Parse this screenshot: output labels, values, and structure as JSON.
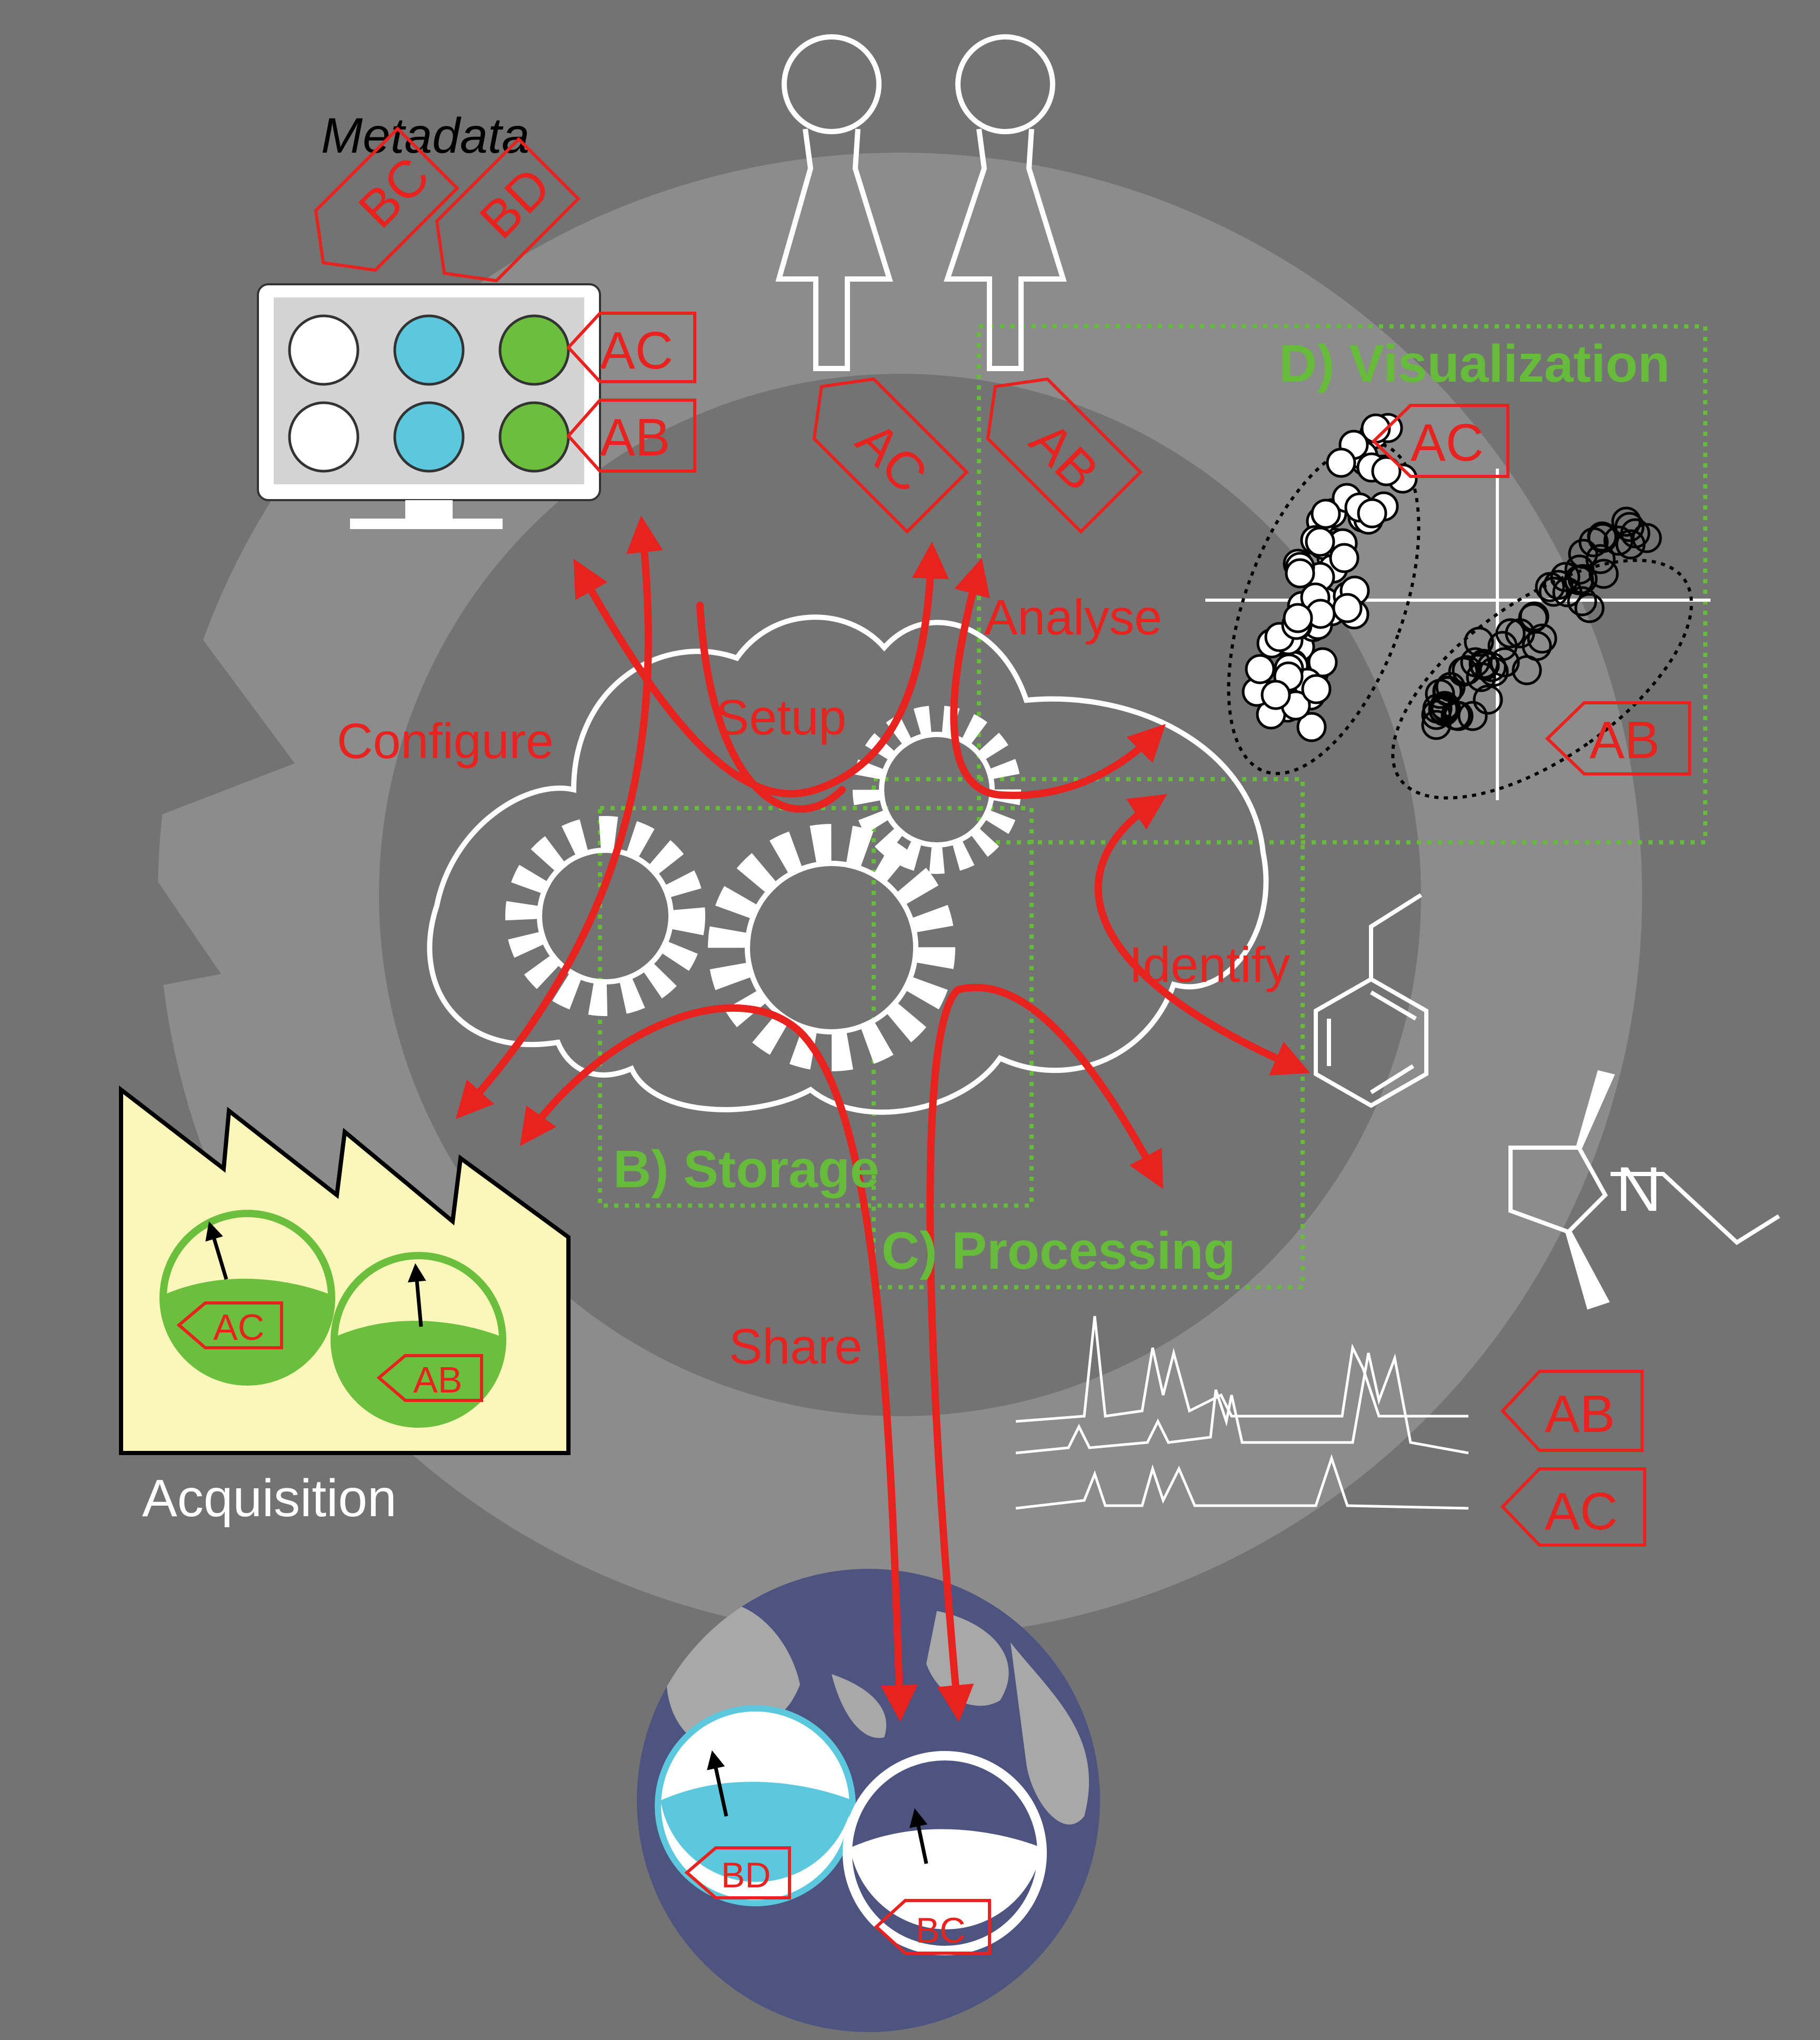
{
  "labels": {
    "metadata": "Metadata",
    "acquisition": "Acquisition",
    "configure": "Configure",
    "setup": "Setup",
    "analyse": "Analyse",
    "identify": "Identify",
    "share": "Share",
    "storage": "B) Storage",
    "processing": "C) Processing",
    "visualization": "D) Visualization"
  },
  "tags": {
    "metadata_top": [
      "BC",
      "BD"
    ],
    "metadata_side": [
      "AC",
      "AB"
    ],
    "people": [
      "AC",
      "AB"
    ],
    "scatter": [
      "AC",
      "AB"
    ],
    "factory": [
      "AC",
      "AB"
    ],
    "spectra": [
      "AB",
      "AC"
    ],
    "globe": [
      "BD",
      "BC"
    ]
  },
  "colors": {
    "background": "#737373",
    "cycle_ring": "#8c8c8c",
    "arrow": "#e8231f",
    "section_box": "#66bb3a",
    "factory_fill": "#fbf6b9",
    "meter_green": "#6cbf3c",
    "meter_blue": "#5bc8de",
    "globe_ocean": "#4e5480",
    "globe_land": "#a8a8a8"
  },
  "icons": [
    "monitor-icon",
    "person-icon",
    "factory-icon",
    "globe-icon",
    "gear-icon",
    "cloud-icon",
    "molecule-icon",
    "spectrum-icon",
    "scatter-plot-icon",
    "gauge-icon",
    "tag-icon"
  ]
}
